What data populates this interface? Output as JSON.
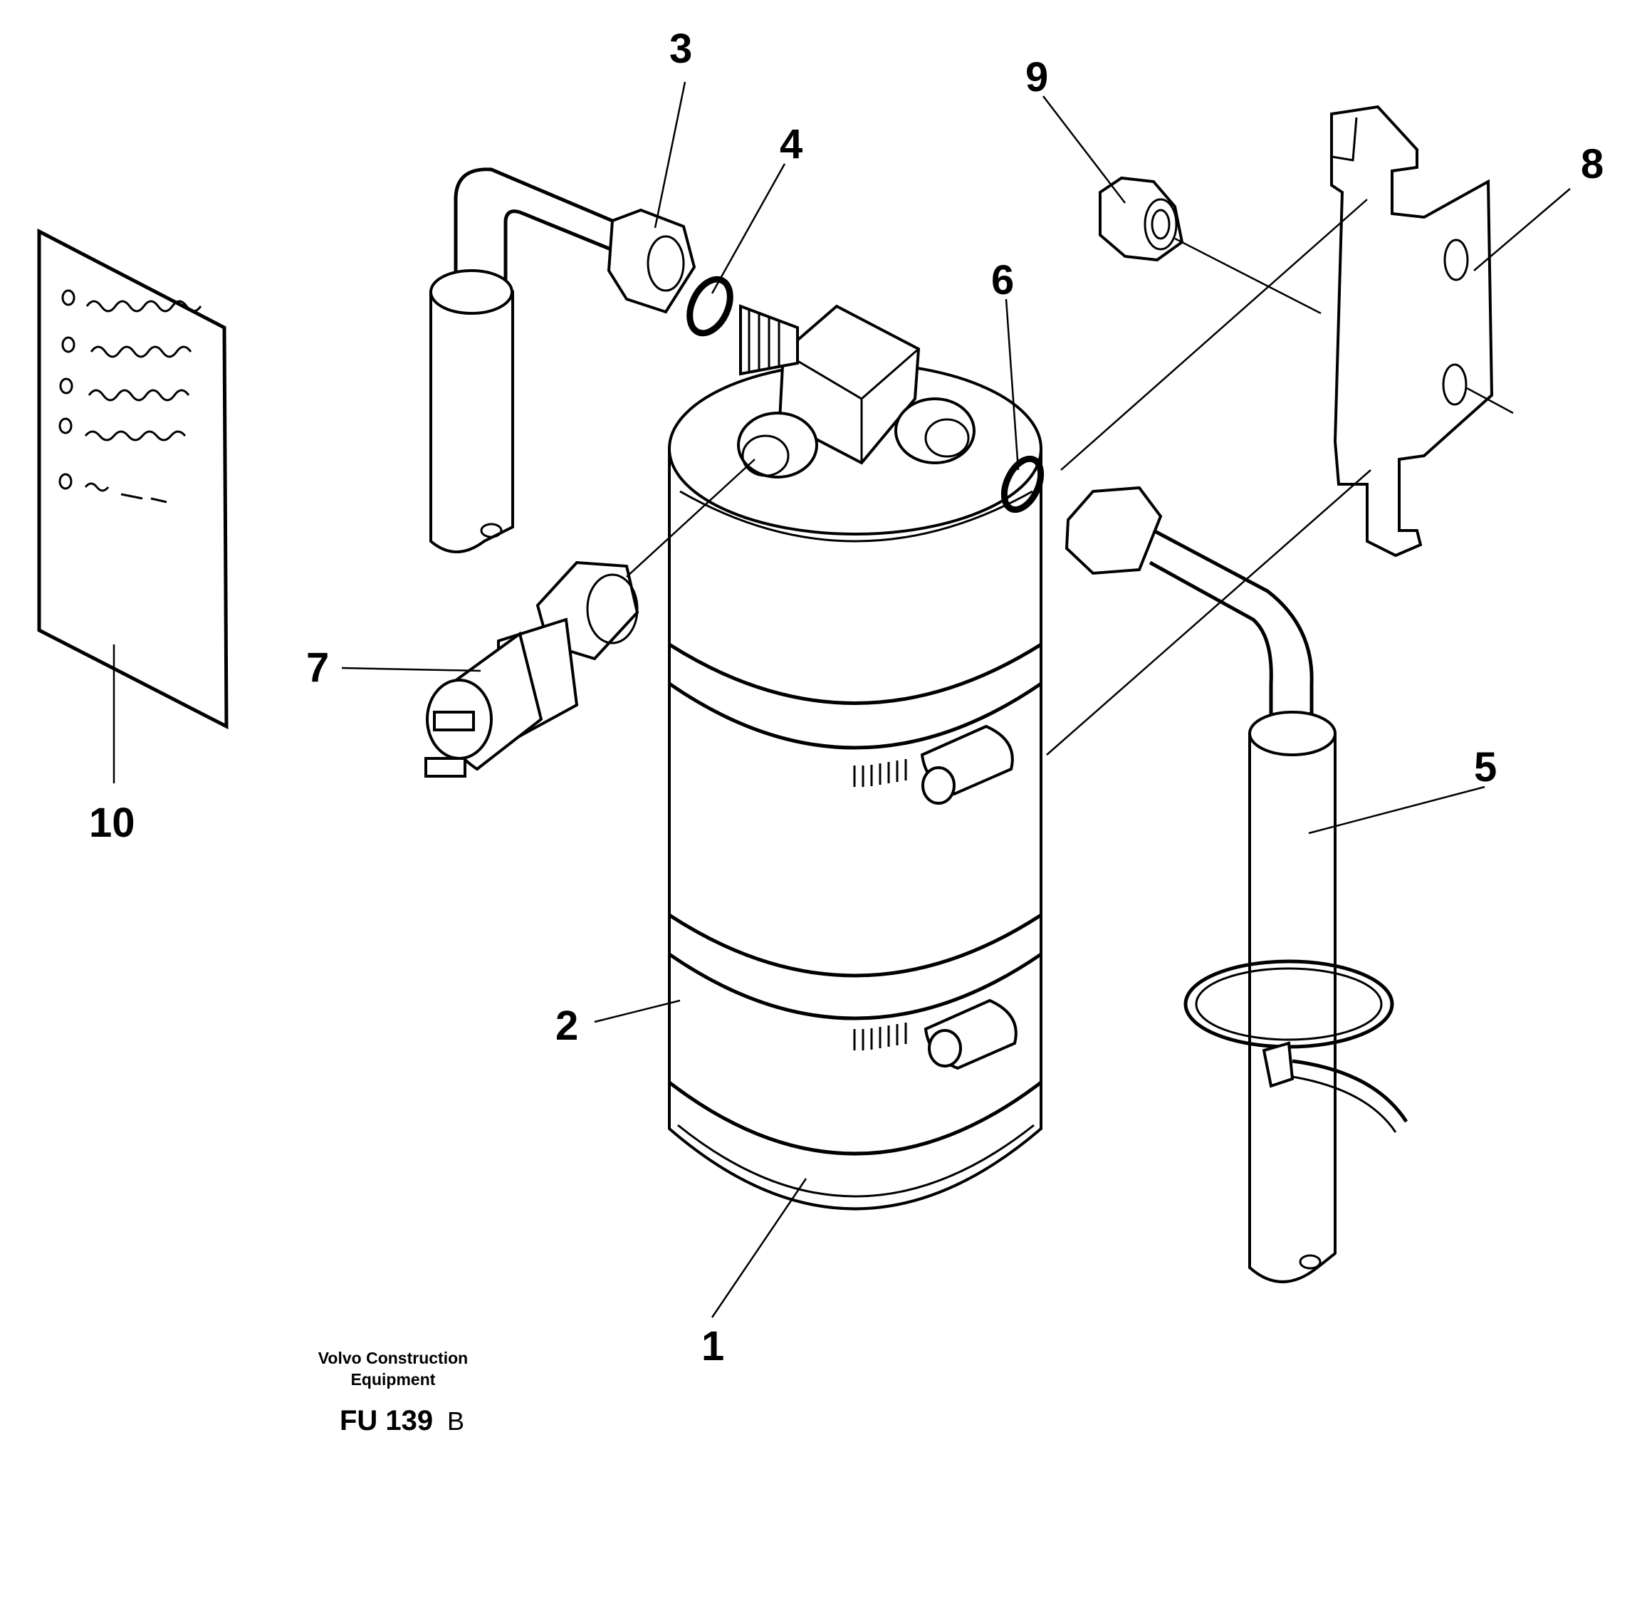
{
  "callouts": {
    "c1": "1",
    "c2": "2",
    "c3": "3",
    "c4": "4",
    "c5": "5",
    "c6": "6",
    "c7": "7",
    "c8": "8",
    "c9": "9",
    "c10": "10"
  },
  "footer": {
    "line1": "Volvo Construction",
    "line2": "Equipment",
    "code": "FU 139",
    "suffix": "B"
  }
}
